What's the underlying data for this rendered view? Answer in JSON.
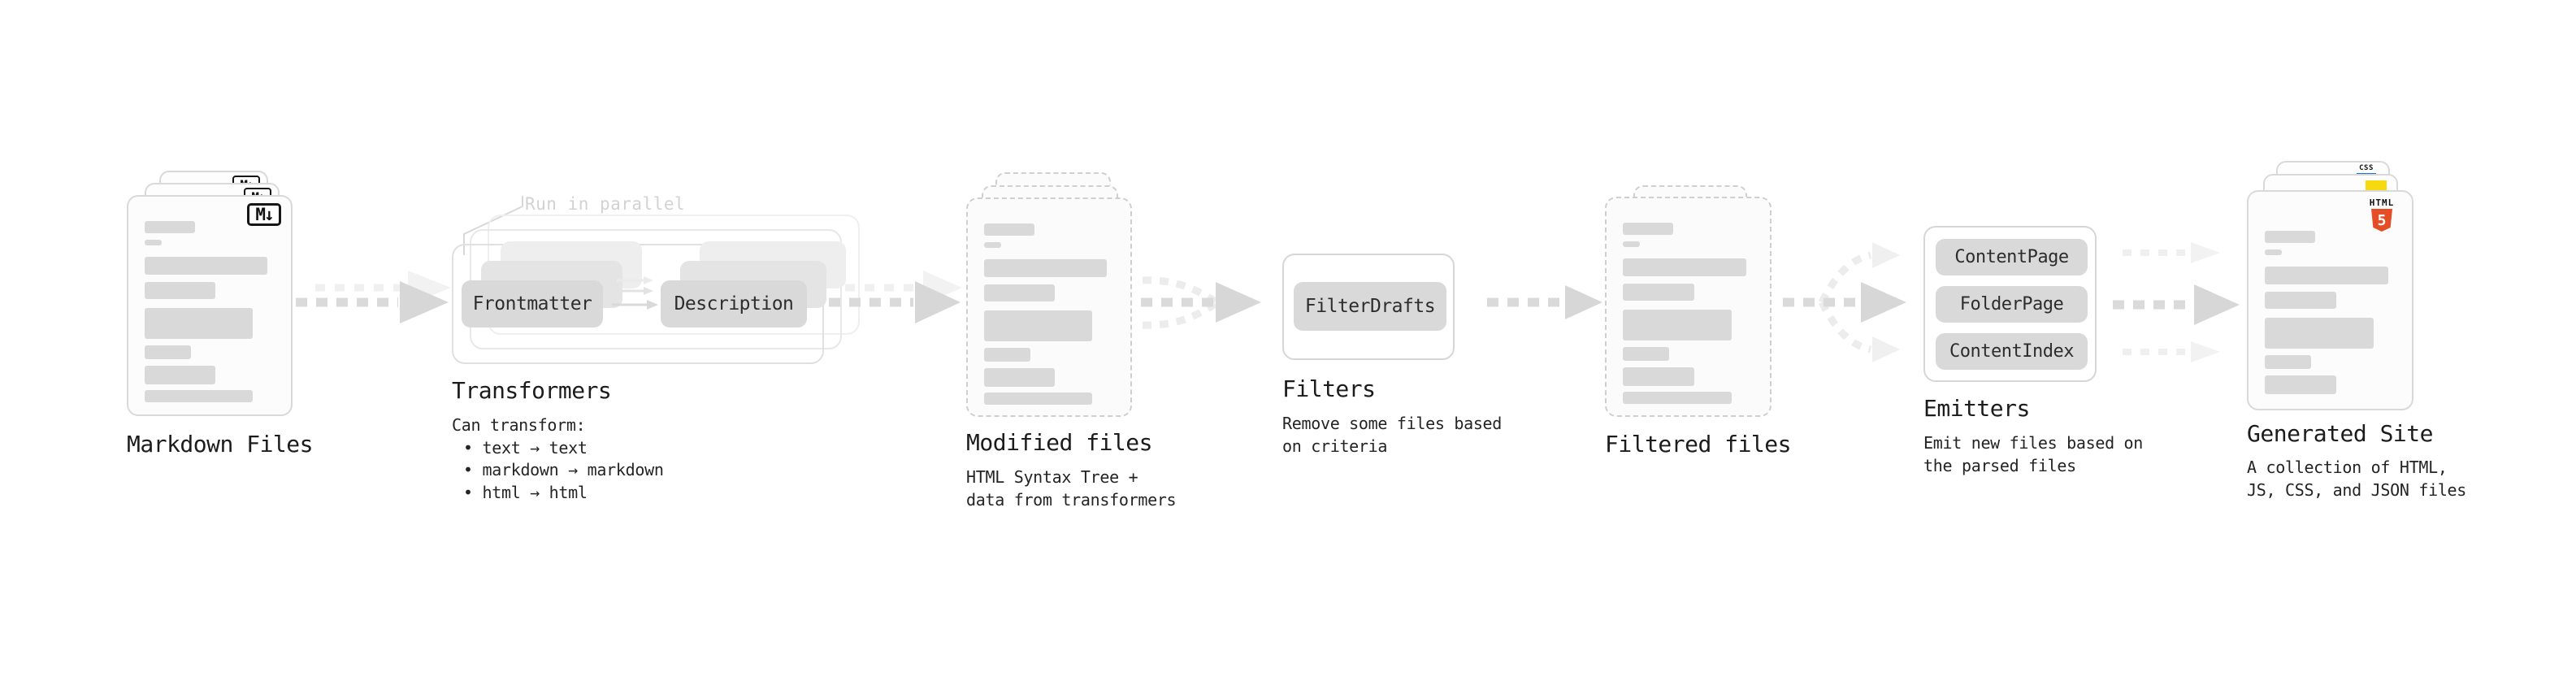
{
  "diagram": {
    "annotation_run_parallel": "Run in parallel",
    "markdown_files": {
      "label": "Markdown Files",
      "badge": "M↓"
    },
    "transformers": {
      "label": "Transformers",
      "pill_left": "Frontmatter",
      "pill_right": "Description",
      "desc_intro": "Can transform:",
      "bullet_1": "• text → text",
      "bullet_2": "• markdown → markdown",
      "bullet_3": "• html → html"
    },
    "modified_files": {
      "label": "Modified files",
      "desc_1": "HTML Syntax Tree +",
      "desc_2": "data from transformers"
    },
    "filters": {
      "label": "Filters",
      "pill": "FilterDrafts",
      "desc_1": "Remove some files based",
      "desc_2": "on criteria"
    },
    "filtered_files": {
      "label": "Filtered files"
    },
    "emitters": {
      "label": "Emitters",
      "pill_1": "ContentPage",
      "pill_2": "FolderPage",
      "pill_3": "ContentIndex",
      "desc_1": "Emit new files based on",
      "desc_2": "the parsed files"
    },
    "generated_site": {
      "label": "Generated Site",
      "desc_1": "A collection of HTML,",
      "desc_2": "JS, CSS, and JSON files",
      "html_badge_label": "HTML",
      "html_badge_number": "5",
      "css_badge_label": "CSS"
    },
    "colors": {
      "html5_orange": "#e44d26",
      "js_yellow": "#f7d90f",
      "css_blue": "#1a6fe0",
      "bar_gray": "#d9d9d9",
      "arrow_gray": "#d7d7d7",
      "ghost_gray": "#f0f0f0"
    }
  }
}
